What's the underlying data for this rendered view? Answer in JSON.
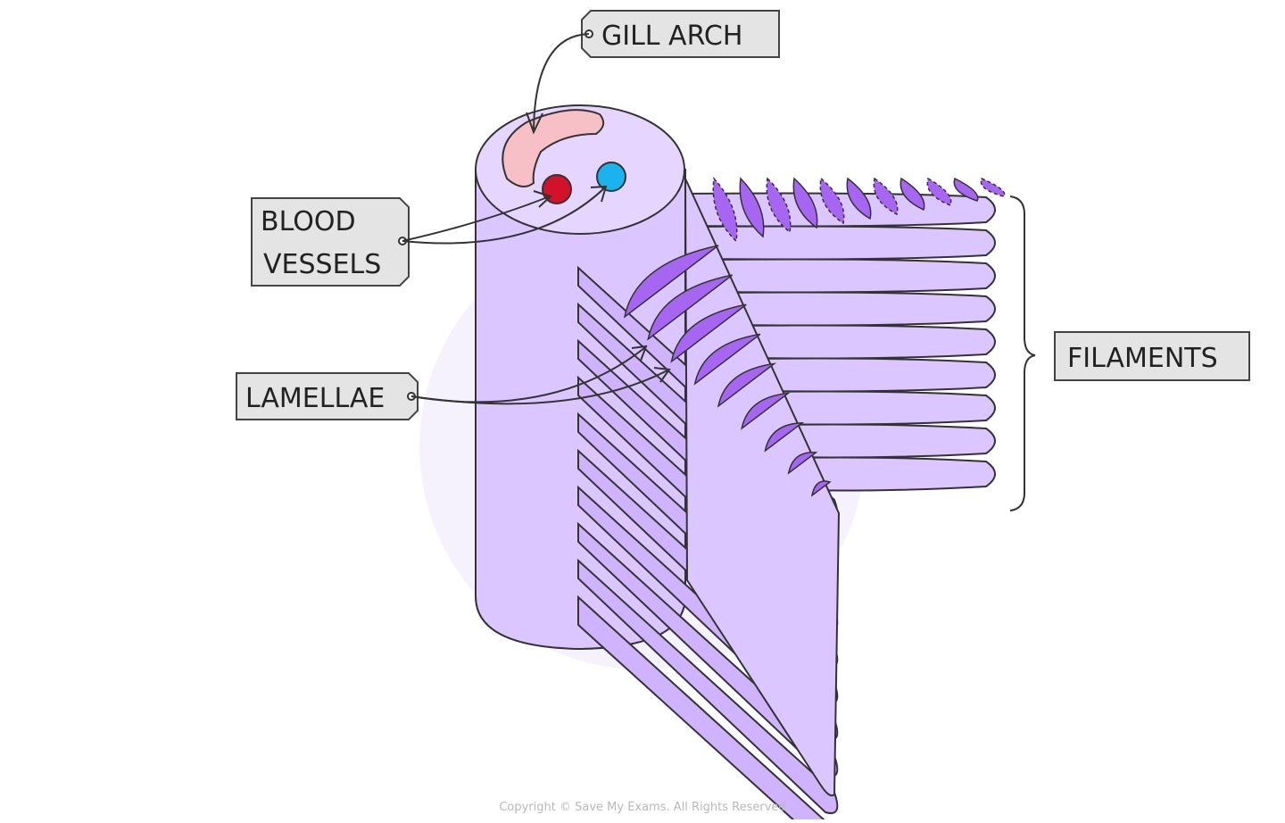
{
  "labels": {
    "gill_arch": "GILL  ARCH",
    "blood_vessels_line1": "BLOOD",
    "blood_vessels_line2": "VESSELS",
    "lamellae": "LAMELLAE",
    "filaments": "FILAMENTS"
  },
  "copyright": "Copyright © Save My Exams. All Rights Reserved",
  "colors": {
    "tissue_fill": "#dcc6ff",
    "tissue_dark": "#cfb3ff",
    "lamella_fill": "#a766f2",
    "gill_arch_fill": "#f7bfc6",
    "vessel_red": "#d1122a",
    "vessel_blue": "#1ab3ee",
    "label_box": "#e4e4e4",
    "outline": "#333333"
  }
}
